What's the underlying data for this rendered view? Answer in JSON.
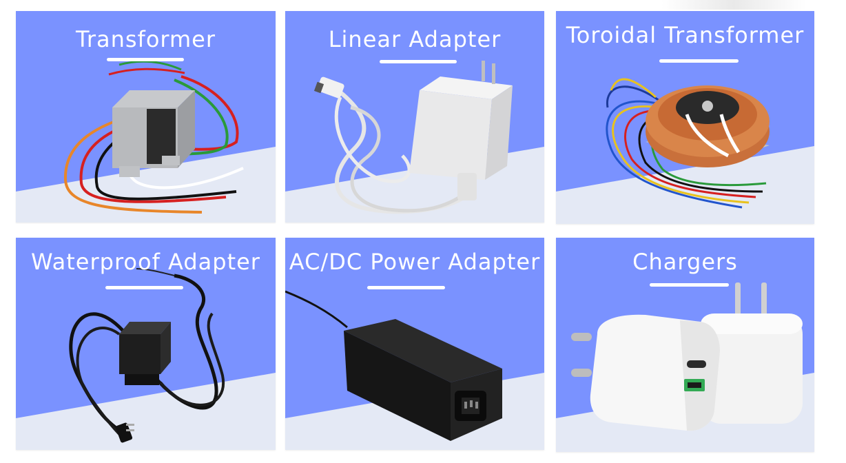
{
  "products": [
    {
      "id": "transformer",
      "title": "Transformer",
      "icon": "transformer-icon"
    },
    {
      "id": "linear-adapter",
      "title": "Linear  Adapter",
      "icon": "wall-adapter-icon"
    },
    {
      "id": "toroidal-transformer",
      "title": "Toroidal  Transformer",
      "icon": "toroidal-transformer-icon"
    },
    {
      "id": "waterproof-adapter",
      "title": "Waterproof  Adapter",
      "icon": "waterproof-adapter-icon"
    },
    {
      "id": "acdc-power-adapter",
      "title": "AC/DC  Power  Adapter",
      "icon": "power-brick-icon"
    },
    {
      "id": "chargers",
      "title": "Chargers",
      "icon": "chargers-icon"
    }
  ],
  "colors": {
    "card_blue": "#7a92ff",
    "wedge_light": "#e4e9f5",
    "title_text": "#ffffff"
  }
}
